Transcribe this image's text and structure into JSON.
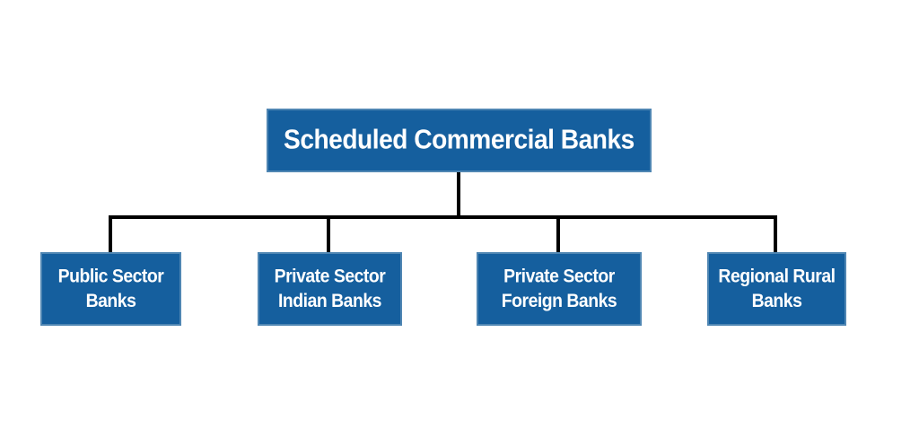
{
  "diagram": {
    "type": "org-chart",
    "root": {
      "label": "Scheduled Commercial Banks"
    },
    "children": [
      {
        "label": "Public Sector Banks"
      },
      {
        "label": "Private Sector Indian Banks"
      },
      {
        "label": "Private Sector Foreign Banks"
      },
      {
        "label": "Regional Rural Banks"
      }
    ],
    "colors": {
      "box_fill": "#155f9e",
      "box_border": "#4f86b3",
      "text": "#ffffff",
      "connector": "#000000",
      "background": "#ffffff"
    }
  }
}
